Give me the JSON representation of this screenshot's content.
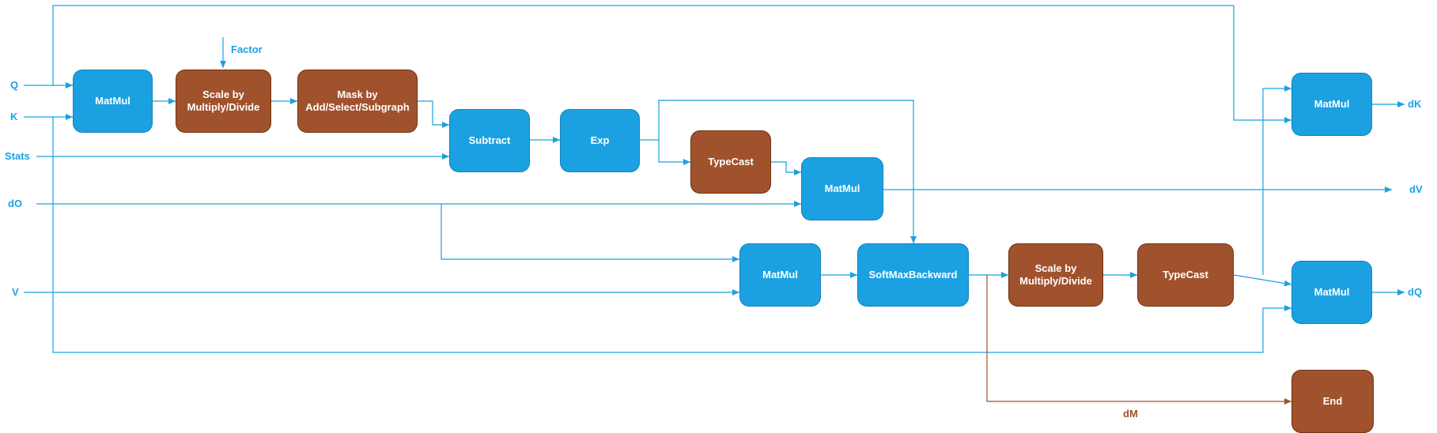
{
  "nodes": {
    "matmul_qk": "MatMul",
    "scale1": "Scale by\nMultiply/Divide",
    "mask": "Mask by\nAdd/Select/Subgraph",
    "subtract": "Subtract",
    "exp": "Exp",
    "typecast1": "TypeCast",
    "matmul_dv": "MatMul",
    "matmul_do": "MatMul",
    "softmax_bwd": "SoftMaxBackward",
    "scale2": "Scale by\nMultiply/Divide",
    "typecast2": "TypeCast",
    "matmul_dk": "MatMul",
    "matmul_dq": "MatMul",
    "end": "End"
  },
  "labels": {
    "q": "Q",
    "k": "K",
    "stats": "Stats",
    "do": "dO",
    "v": "V",
    "factor": "Factor",
    "dk": "dK",
    "dv": "dV",
    "dq": "dQ",
    "dm": "dM"
  },
  "colors": {
    "op_blue": "#1ba1e2",
    "op_brown": "#a0522d",
    "edge_blue": "#1ba1e2",
    "edge_brown": "#a0522d"
  }
}
